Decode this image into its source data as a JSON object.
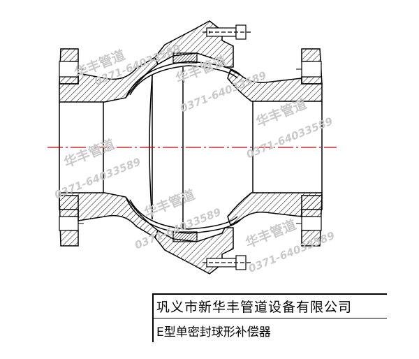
{
  "drawing": {
    "watermarks": [
      {
        "name": "华丰管道",
        "phone": "0371-64033589"
      },
      {
        "name": "华丰管道",
        "phone": "0371-64033589"
      },
      {
        "name": "华丰管道",
        "phone": "0371-64033589"
      },
      {
        "name": "华丰管道",
        "phone": "0371-64033589"
      },
      {
        "name": "华丰管道",
        "phone": "0371-64033589"
      },
      {
        "name": "华丰管道",
        "phone": "0371-64033589"
      }
    ],
    "colors": {
      "line": "#000000",
      "centerline": "#cc0000",
      "watermark": "#c9c9c9",
      "seal": "#bbbbbb"
    }
  },
  "title_block": {
    "company": "巩义市新华丰管道设备有限公司",
    "product": "E型单密封球形补偿器"
  }
}
